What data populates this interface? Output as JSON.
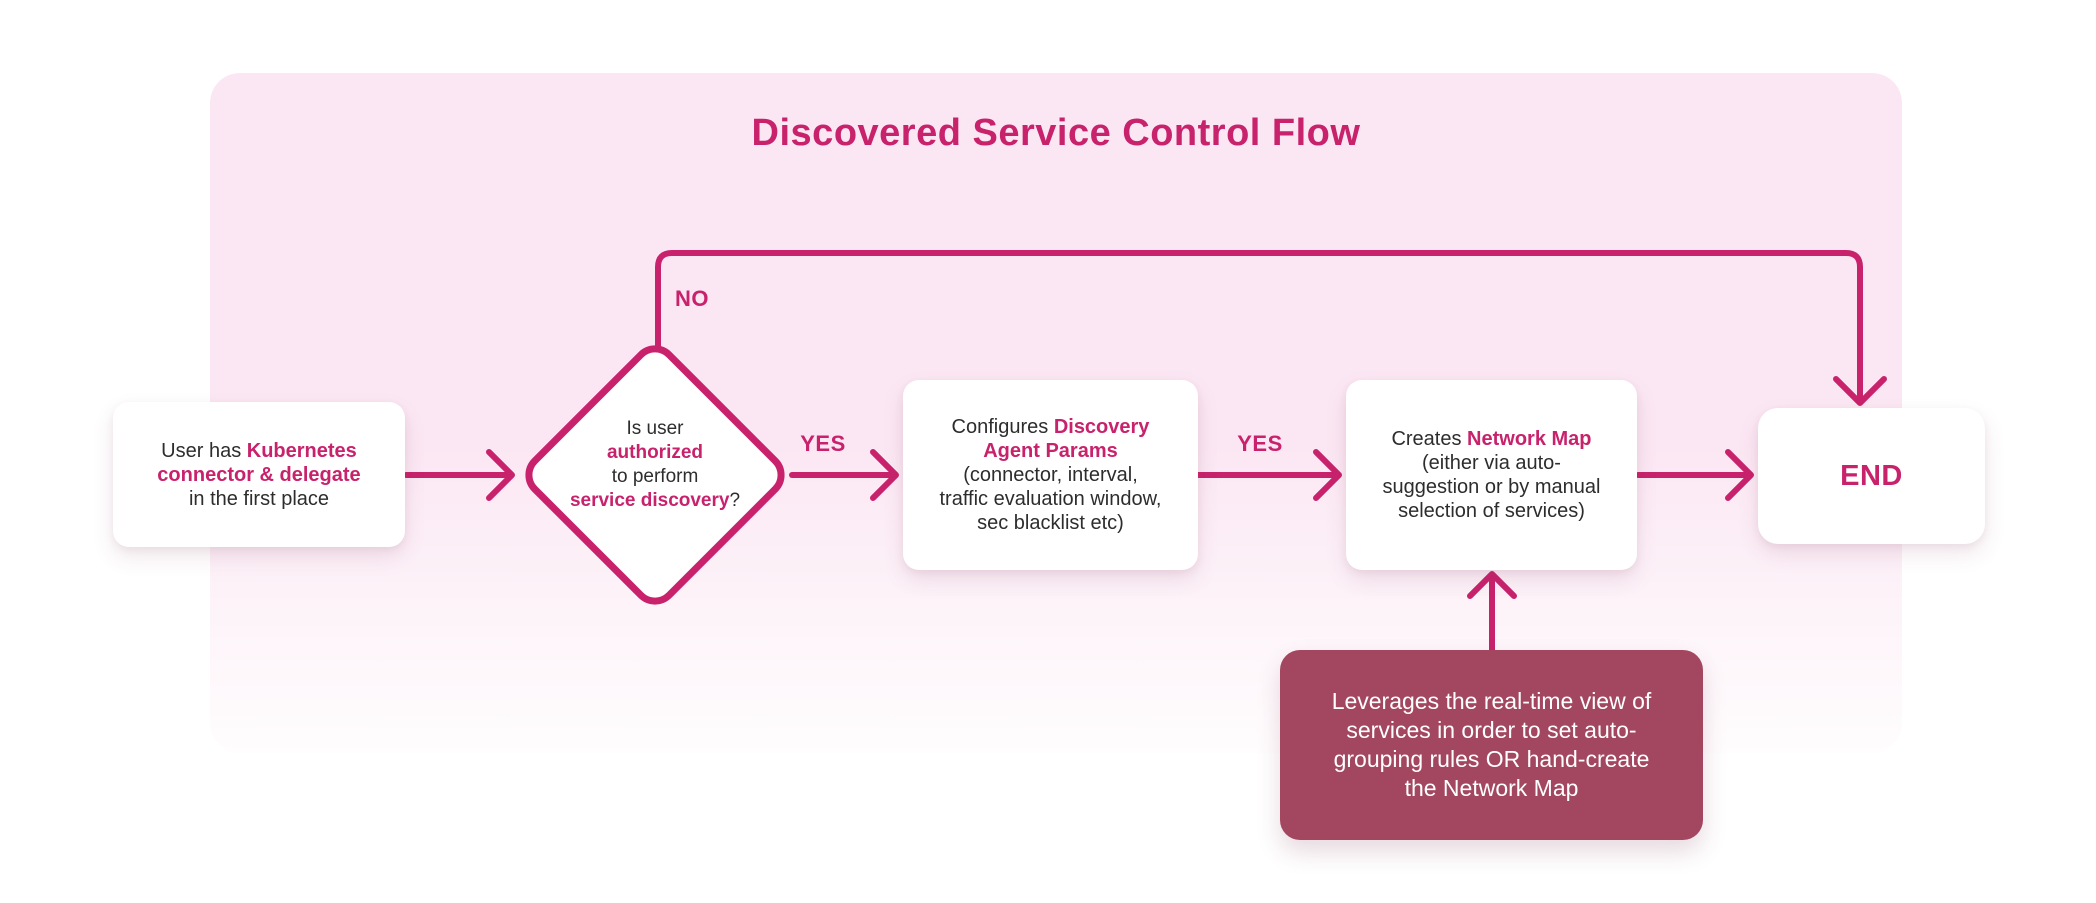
{
  "title": "Discovered Service Control Flow",
  "colors": {
    "accent": "#C8226C",
    "panel-top": "#FBE7F3",
    "panel-bottom": "#FFFDFE",
    "note-bg": "#A34760",
    "text-dark": "#2D2D2D",
    "node-bg": "#FFFFFF"
  },
  "labels": {
    "no": "NO",
    "yes_authorized": "YES",
    "yes_configured": "YES"
  },
  "nodes": {
    "start": {
      "segments": [
        {
          "t": "User has "
        },
        {
          "t": "Kubernetes",
          "accent": true
        },
        {
          "br": true
        },
        {
          "t": "connector & delegate",
          "accent": true
        },
        {
          "br": true
        },
        {
          "t": "in the first place"
        }
      ]
    },
    "decision": {
      "segments": [
        {
          "t": "Is user"
        },
        {
          "br": true
        },
        {
          "t": "authorized",
          "accent": true
        },
        {
          "br": true
        },
        {
          "t": "to perform"
        },
        {
          "br": true
        },
        {
          "t": "service discovery",
          "accent": true
        },
        {
          "t": "?"
        }
      ]
    },
    "configure": {
      "segments": [
        {
          "t": "Configures "
        },
        {
          "t": "Discovery",
          "accent": true
        },
        {
          "br": true
        },
        {
          "t": "Agent Params",
          "accent": true
        },
        {
          "br": true
        },
        {
          "t": "(connector, interval,"
        },
        {
          "br": true
        },
        {
          "t": "traffic evaluation window,"
        },
        {
          "br": true
        },
        {
          "t": "sec blacklist etc)"
        }
      ]
    },
    "create": {
      "segments": [
        {
          "t": "Creates "
        },
        {
          "t": "Network Map",
          "accent": true
        },
        {
          "br": true
        },
        {
          "t": "(either via auto-"
        },
        {
          "br": true
        },
        {
          "t": "suggestion or by manual"
        },
        {
          "br": true
        },
        {
          "t": "selection of services)"
        }
      ]
    },
    "end": {
      "label": "END"
    },
    "note": {
      "segments": [
        {
          "t": "Leverages the real-time view of"
        },
        {
          "br": true
        },
        {
          "t": "services in order to set auto-"
        },
        {
          "br": true
        },
        {
          "t": "grouping rules OR hand-create"
        },
        {
          "br": true
        },
        {
          "t": "the Network Map"
        }
      ]
    }
  }
}
